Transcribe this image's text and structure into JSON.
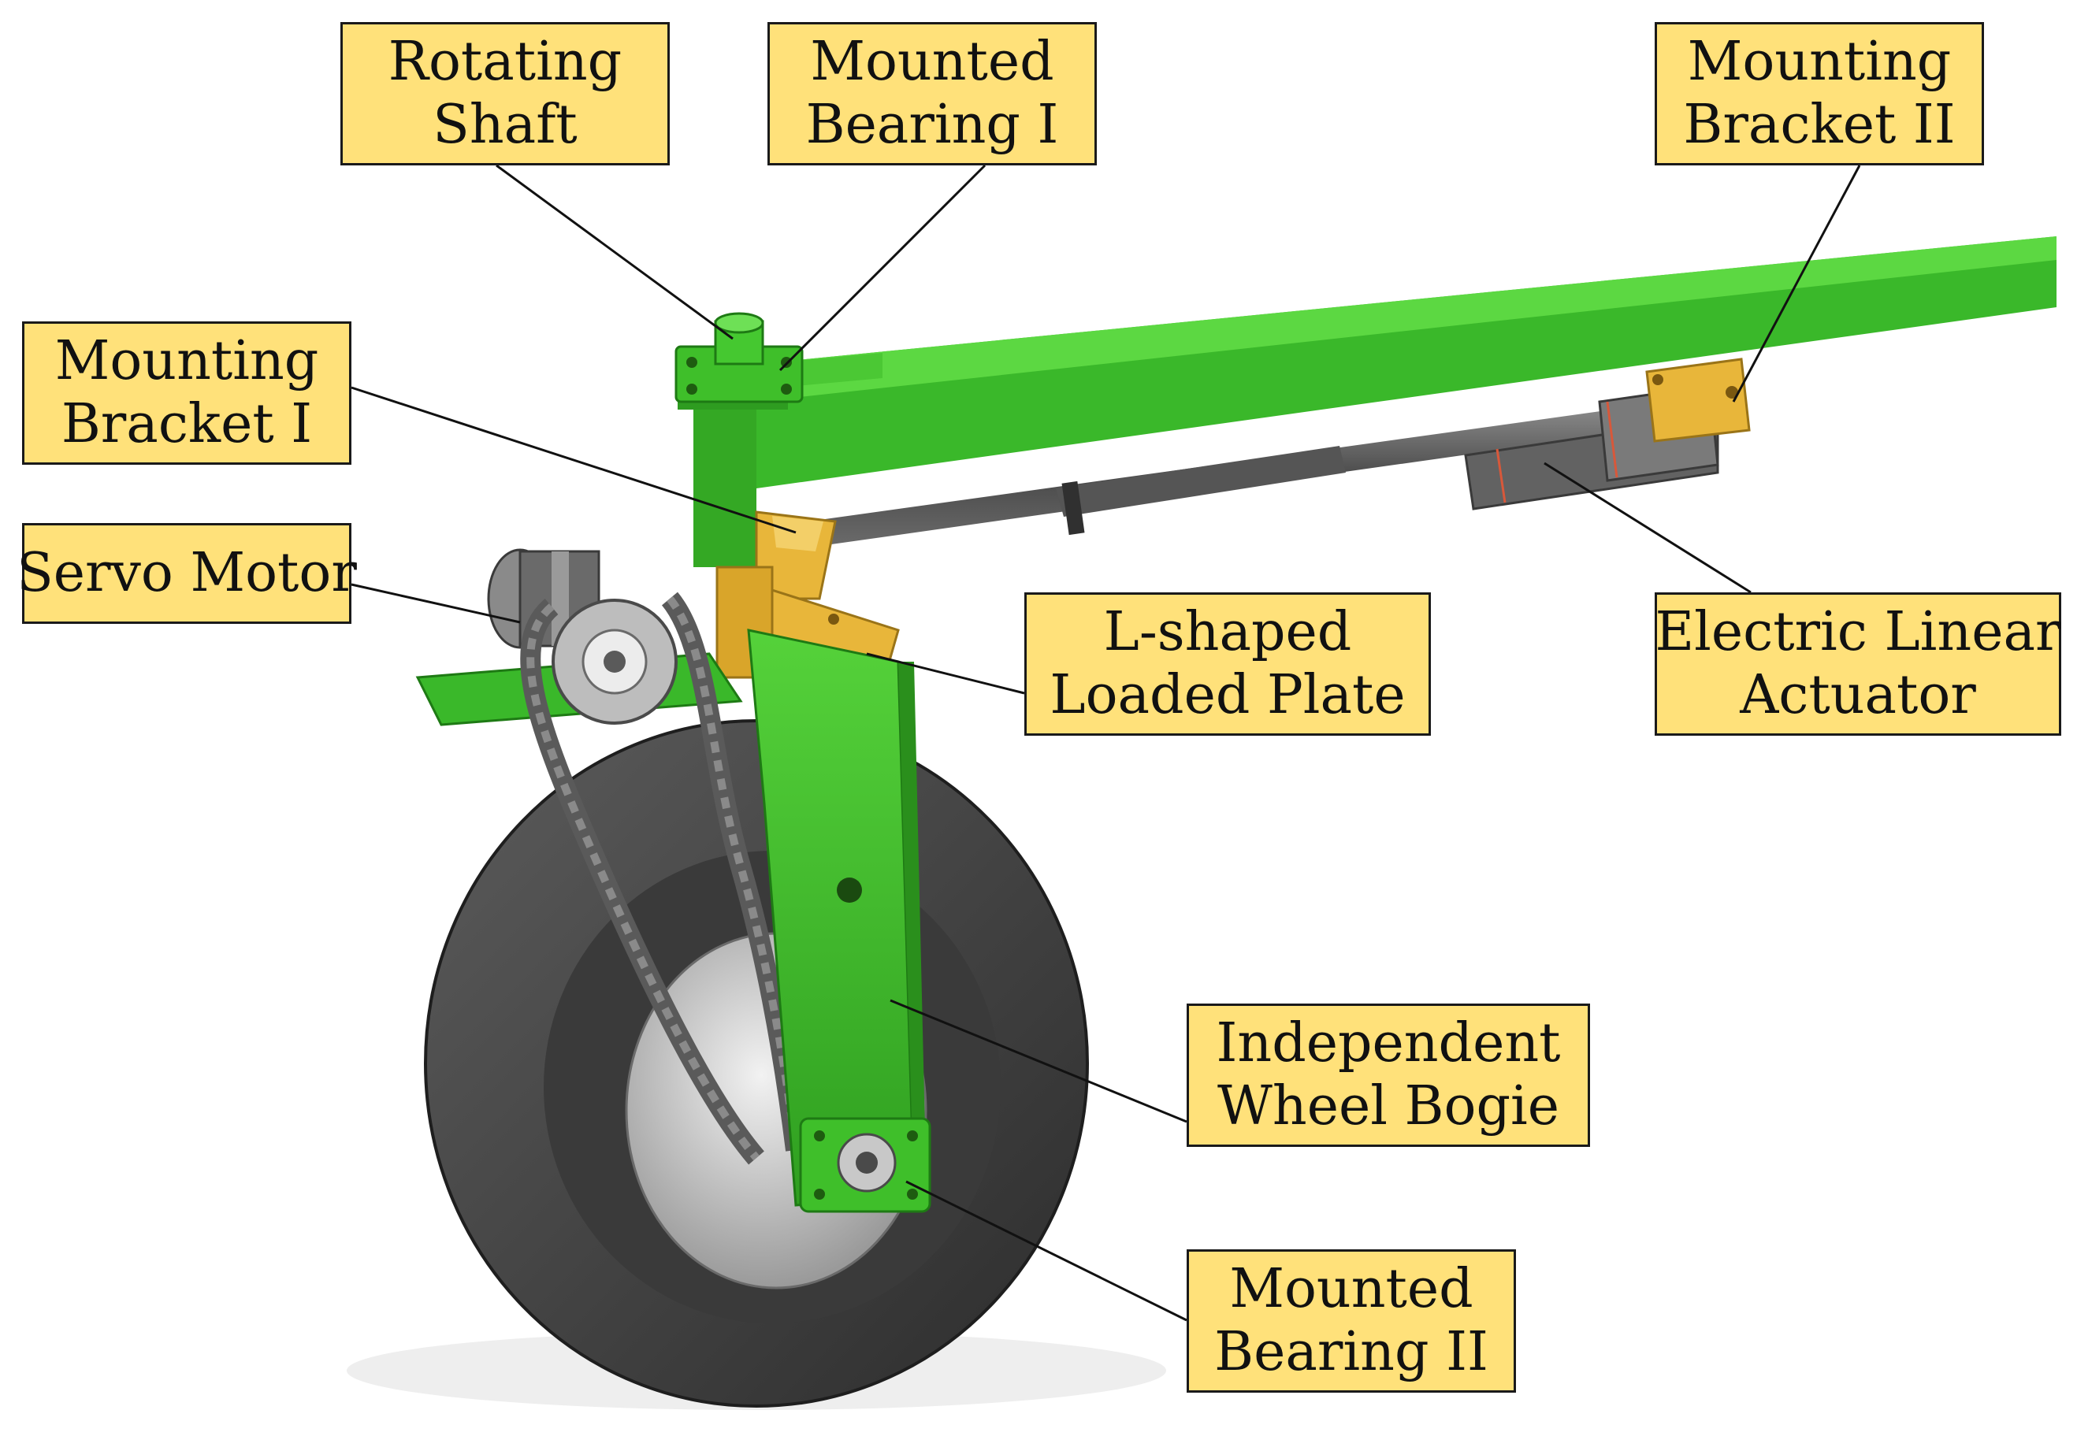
{
  "diagram": {
    "labels": {
      "rotating_shaft": [
        "Rotating",
        "Shaft"
      ],
      "mounted_bearing_1": [
        "Mounted",
        "Bearing I"
      ],
      "mounting_bracket_2": [
        "Mounting",
        "Bracket II"
      ],
      "mounting_bracket_1": [
        "Mounting",
        "Bracket I"
      ],
      "servo_motor": [
        "Servo Motor"
      ],
      "l_shaped_plate": [
        "L-shaped",
        "Loaded Plate"
      ],
      "electric_actuator": [
        "Electric Linear",
        "Actuator"
      ],
      "independent_bogie": [
        "Independent",
        "Wheel Bogie"
      ],
      "mounted_bearing_2": [
        "Mounted",
        "Bearing II"
      ]
    },
    "colors": {
      "label_fill": "#ffe17a",
      "frame_green": "#3fbf2a",
      "frame_green_dark": "#2a8f1c",
      "bracket_yellow": "#e8b63a",
      "tire_gray": "#4d4d4d",
      "actuator_gray": "#6a6a6a"
    }
  }
}
